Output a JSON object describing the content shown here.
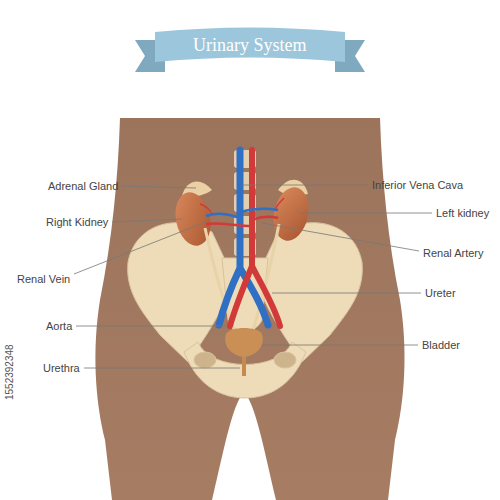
{
  "diagram": {
    "title": "Urinary System",
    "labels": [
      "Adrenal Gland",
      "Right Kidney",
      "Renal Vein",
      "Aorta",
      "Urethra",
      "Inferior Vena Cava",
      "Left kidney",
      "Renal Artery",
      "Ureter",
      "Bladder",
      "1552392348"
    ]
  }
}
